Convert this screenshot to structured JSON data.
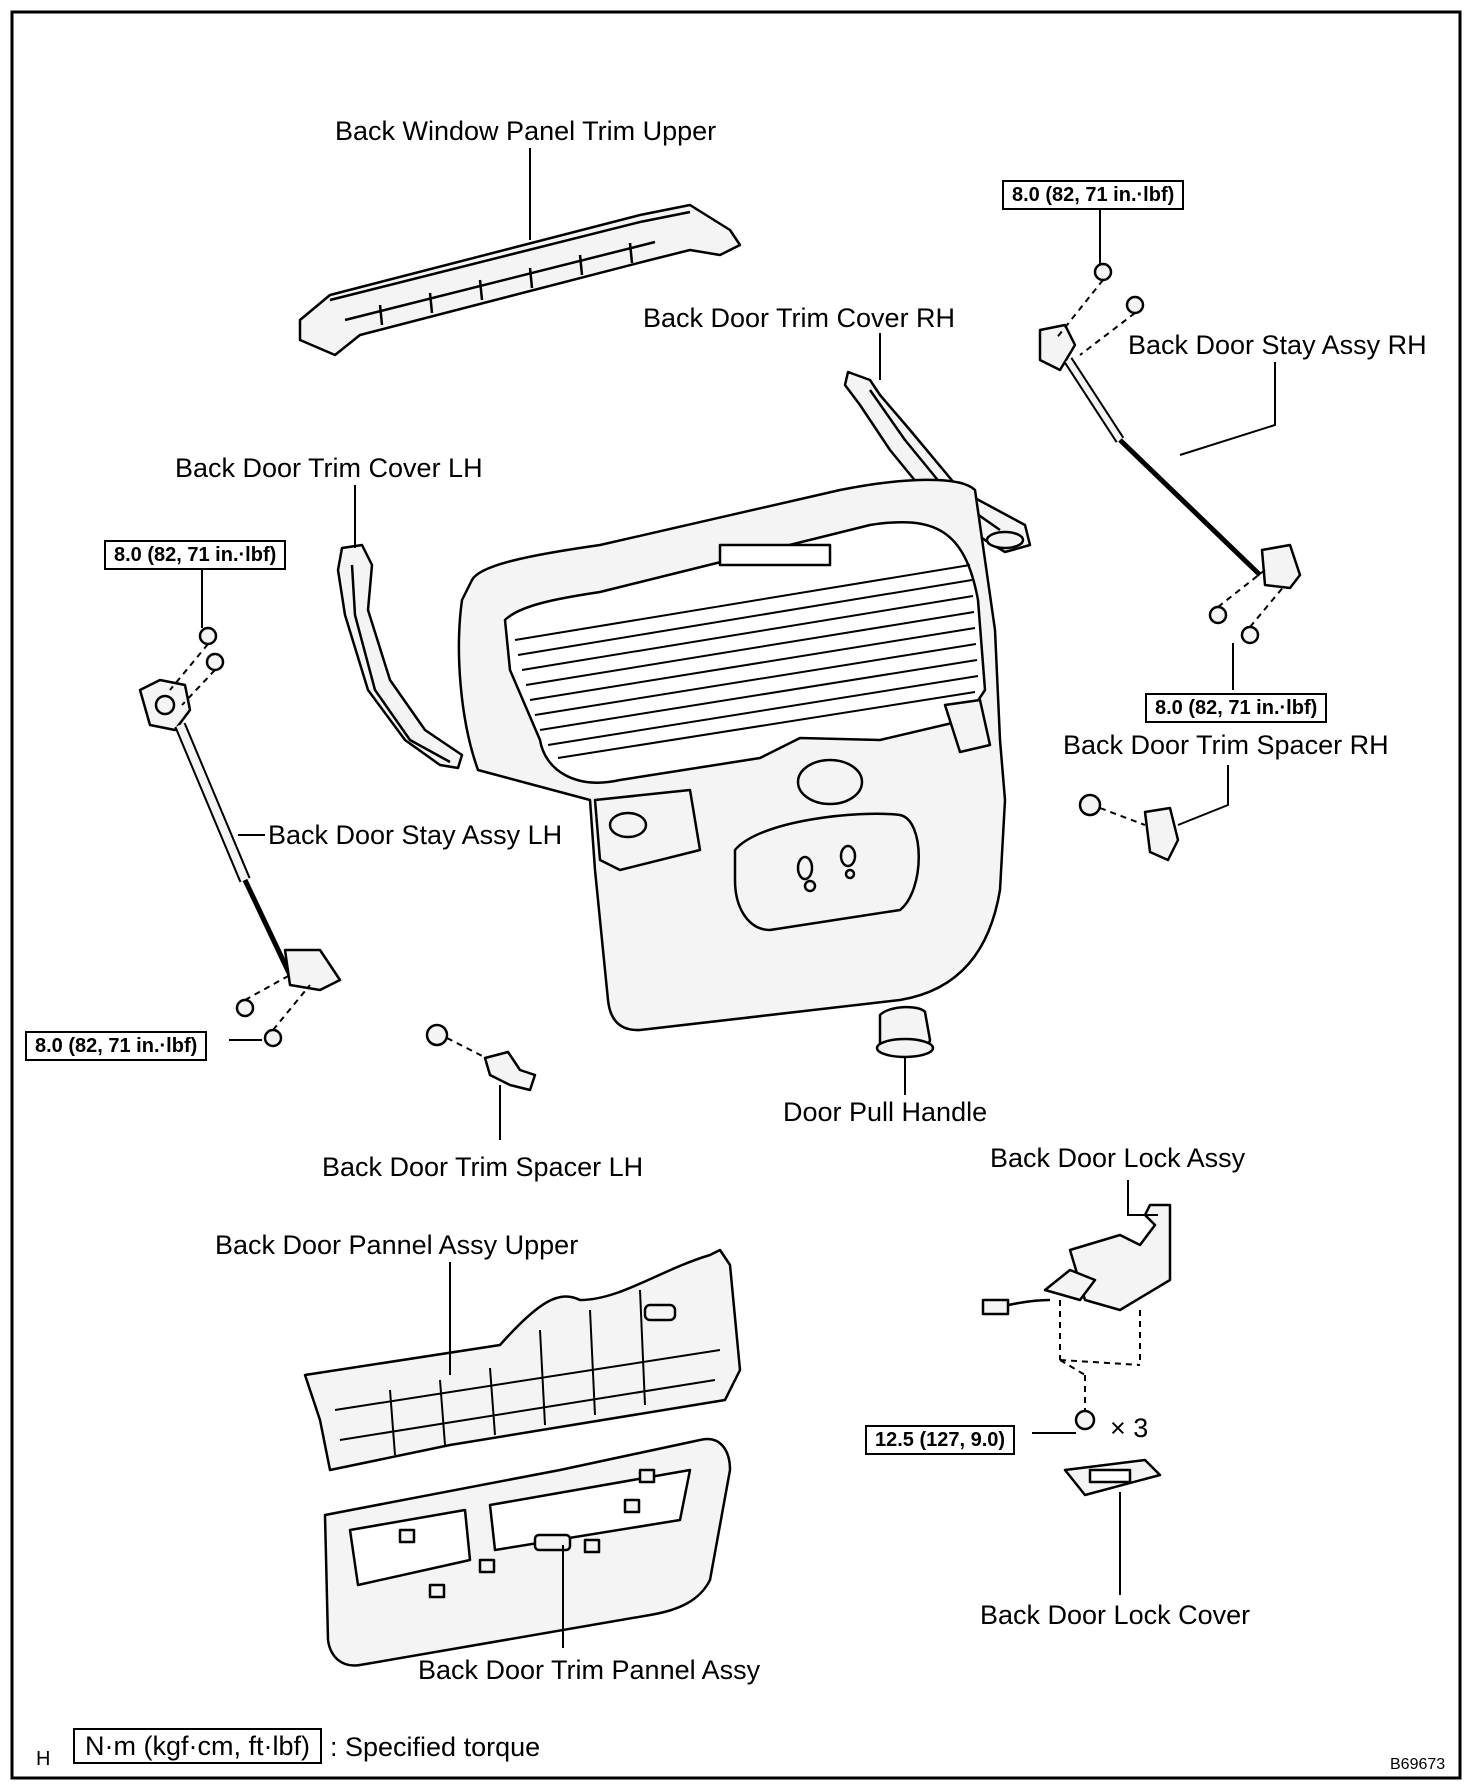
{
  "labels": {
    "back_window_panel_trim_upper": "Back Window Panel Trim Upper",
    "back_door_trim_cover_rh": "Back Door Trim Cover RH",
    "back_door_stay_assy_rh": "Back Door Stay Assy RH",
    "back_door_trim_cover_lh": "Back Door Trim Cover LH",
    "back_door_stay_assy_lh": "Back Door Stay Assy LH",
    "back_door_trim_spacer_rh": "Back Door Trim Spacer RH",
    "back_door_trim_spacer_lh": "Back Door Trim Spacer LH",
    "door_pull_handle": "Door Pull Handle",
    "back_door_lock_assy": "Back Door Lock Assy",
    "back_door_pannel_assy_upper": "Back Door Pannel Assy Upper",
    "back_door_trim_pannel_assy": "Back Door Trim Pannel Assy",
    "back_door_lock_cover": "Back Door Lock Cover"
  },
  "torques": {
    "stay_rh_upper": "8.0 (82, 71 in.·lbf)",
    "stay_rh_lower": "8.0 (82, 71 in.·lbf)",
    "stay_lh_upper": "8.0 (82, 71 in.·lbf)",
    "stay_lh_lower": "8.0 (82, 71 in.·lbf)",
    "lock_assy": "12.5 (127, 9.0)"
  },
  "quantity": "× 3",
  "legend": {
    "marker": "H",
    "unit_box": "N·m (kgf·cm, ft·lbf)",
    "description": ": Specified torque"
  },
  "figure_id": "B69673"
}
